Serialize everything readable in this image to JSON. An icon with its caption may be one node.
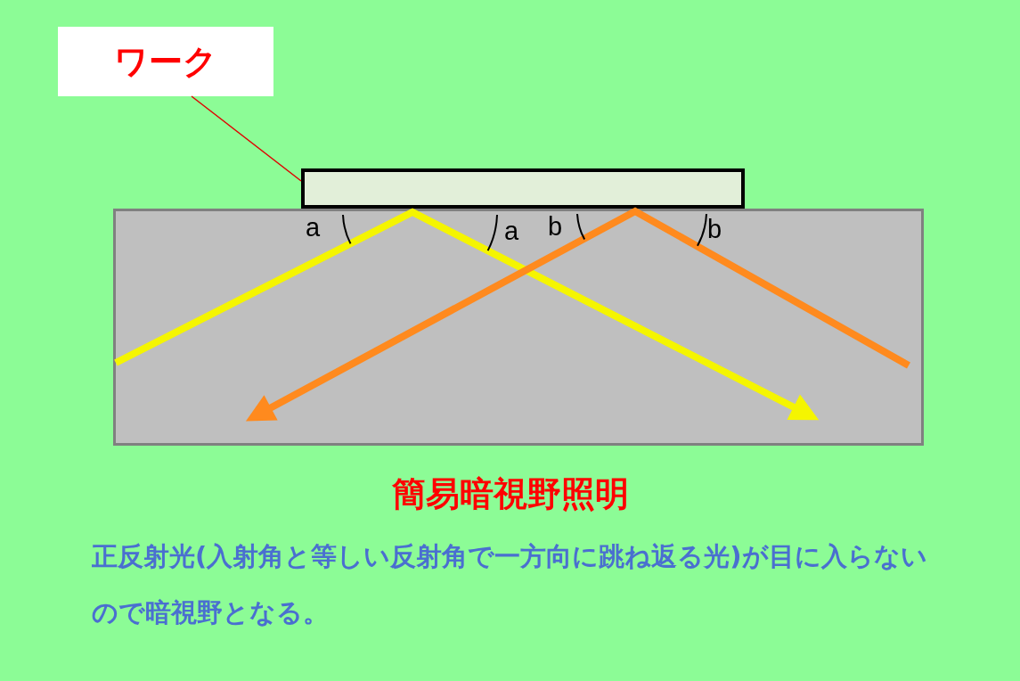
{
  "diagram": {
    "title": "簡易暗視野照明",
    "caption": "正反射光(入射角と等しい反射角で一方向に跳ね返る光)が目に入らないので暗視野となる。",
    "nodes": [
      {
        "text": [
          "ワーク"
        ]
      },
      {
        "text": [],
        "shape": "box"
      },
      {
        "text": [],
        "shape": "box"
      }
    ],
    "edges": [
      {
        "from": 0,
        "to": 1,
        "arrow": "none",
        "color": "#e00000"
      }
    ],
    "labels": [
      "a",
      "a",
      "b",
      "b"
    ]
  }
}
